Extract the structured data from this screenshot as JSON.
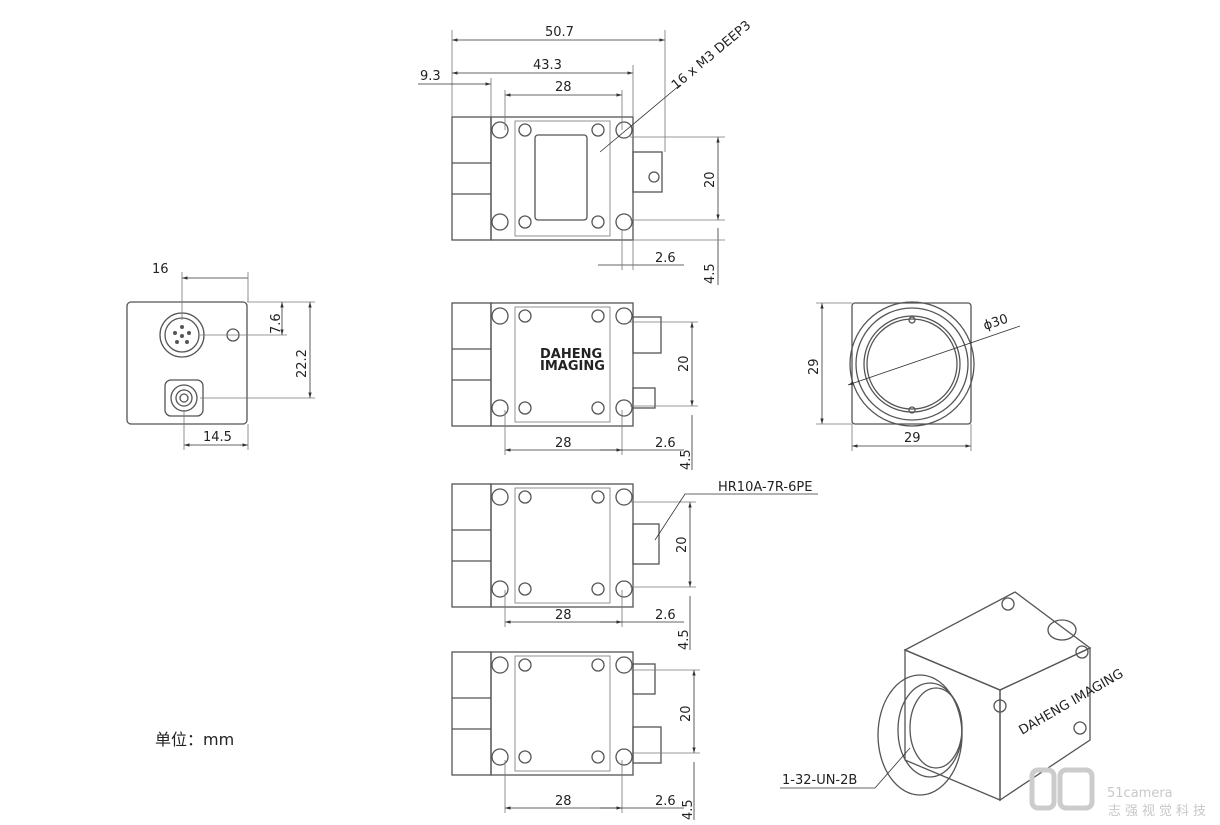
{
  "title": "Camera outline dimensions drawing",
  "unit_label": "单位：mm",
  "top_view": {
    "dim_overall": "50.7",
    "dim_body": "43.3",
    "dim_lens": "9.3",
    "dim_holes_h": "28",
    "dim_holes_v": "20",
    "dim_conn": "2.6",
    "dim_offset": "4.5",
    "callout": "16 x M3 DEEP3"
  },
  "side_view_1": {
    "dim_h": "28",
    "dim_v": "20",
    "dim_conn": "2.6",
    "dim_offset": "4.5",
    "logo_line1": "DAHENG",
    "logo_line2": "IMAGING"
  },
  "side_view_2": {
    "dim_h": "28",
    "dim_v": "20",
    "dim_conn": "2.6",
    "dim_offset": "4.5",
    "callout": "HR10A-7R-6PE"
  },
  "side_view_3": {
    "dim_h": "28",
    "dim_v": "20",
    "dim_conn": "2.6",
    "dim_offset": "4.5"
  },
  "back_view": {
    "dim_16": "16",
    "dim_7_6": "7.6",
    "dim_22_2": "22.2",
    "dim_14_5": "14.5"
  },
  "front_view": {
    "dim_diameter": "ϕ30",
    "dim_height": "29",
    "dim_width": "29"
  },
  "iso_view": {
    "callout": "1-32-UN-2B",
    "logo": "DAHENG IMAGING"
  },
  "watermark": {
    "brand": "51camera",
    "subtitle": "志强视觉科技"
  }
}
